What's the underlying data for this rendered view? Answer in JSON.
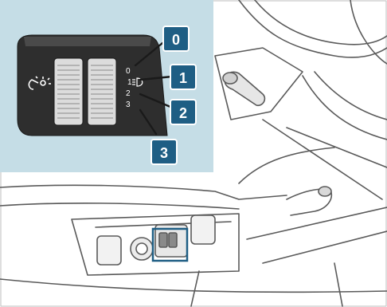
{
  "inset": {
    "scale_marks": [
      "0",
      "1",
      "2",
      "3"
    ],
    "callouts": [
      "0",
      "1",
      "2",
      "3"
    ]
  },
  "colors": {
    "inset_background": "#c5dde6",
    "callout_fill": "#1f5e84",
    "line_art": "#2b2b2b",
    "highlight": "#1f5e84"
  },
  "icons": [
    "headlamp-range-icon",
    "headlamp-symbol-icon"
  ]
}
